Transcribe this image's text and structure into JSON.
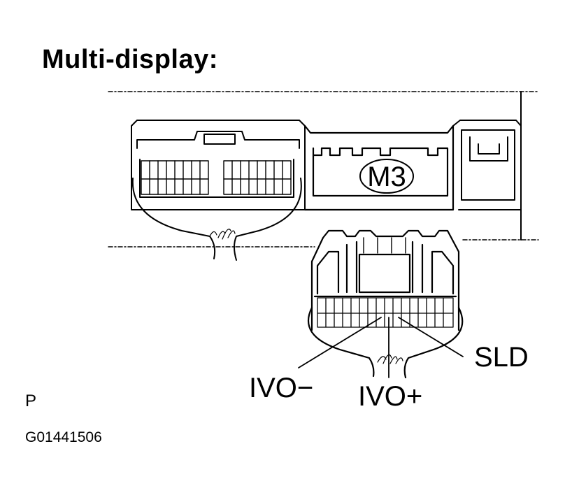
{
  "title": "Multi-display:",
  "connector_id": "M3",
  "pins": {
    "ivo_minus": "IVO−",
    "ivo_plus": "IVO+",
    "sld": "SLD"
  },
  "footer": {
    "code": "P",
    "figure_id": "G01441506"
  }
}
